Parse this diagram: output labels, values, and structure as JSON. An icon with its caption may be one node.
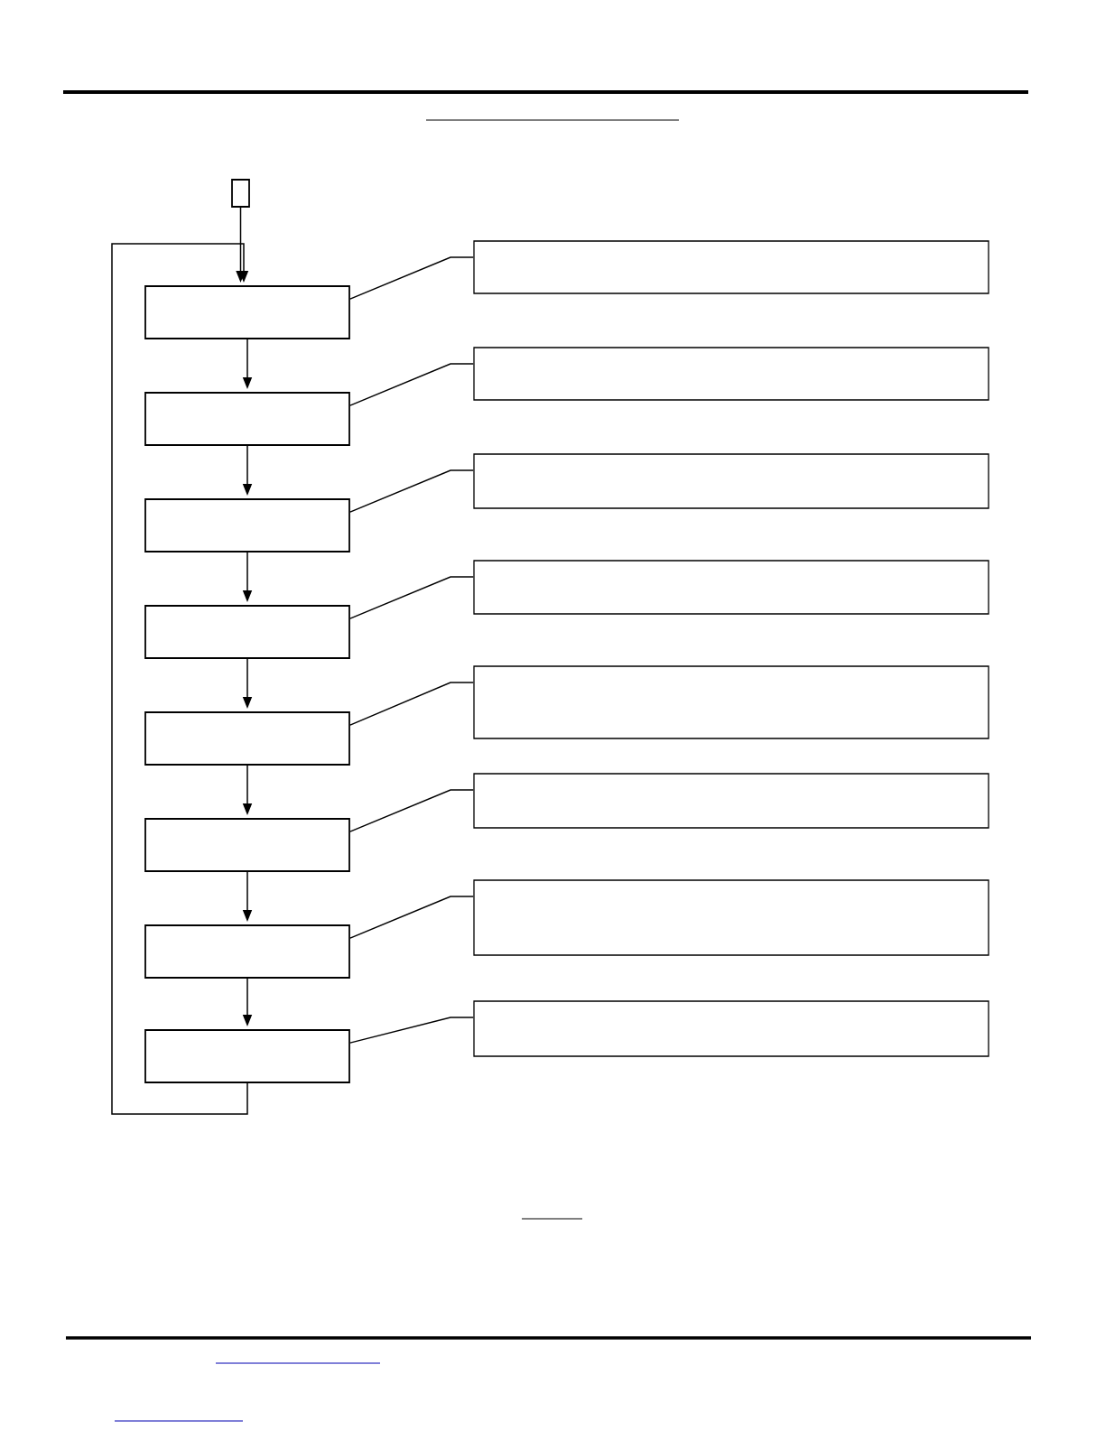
{
  "diagram": {
    "nodes": [
      {
        "text": [],
        "shape": "box"
      },
      {
        "text": [],
        "shape": "box"
      },
      {
        "text": [],
        "shape": "box"
      },
      {
        "text": [],
        "shape": "box"
      },
      {
        "text": [],
        "shape": "box"
      },
      {
        "text": [],
        "shape": "box"
      },
      {
        "text": [],
        "shape": "box"
      },
      {
        "text": [],
        "shape": "box"
      },
      {
        "text": [],
        "shape": "box"
      },
      {
        "text": [],
        "shape": "box"
      },
      {
        "text": [],
        "shape": "box"
      },
      {
        "text": [],
        "shape": "box"
      },
      {
        "text": [],
        "shape": "box"
      },
      {
        "text": [],
        "shape": "box"
      },
      {
        "text": [],
        "shape": "box"
      },
      {
        "text": [],
        "shape": "box"
      },
      {
        "text": [],
        "shape": "box"
      }
    ],
    "edges": [
      {
        "from": 0,
        "to": 1,
        "arrow": "to"
      },
      {
        "from": 1,
        "to": 2,
        "arrow": "to"
      },
      {
        "from": 2,
        "to": 3,
        "arrow": "to"
      },
      {
        "from": 3,
        "to": 4,
        "arrow": "to"
      },
      {
        "from": 4,
        "to": 5,
        "arrow": "to"
      },
      {
        "from": 5,
        "to": 6,
        "arrow": "to"
      },
      {
        "from": 6,
        "to": 7,
        "arrow": "to"
      },
      {
        "from": 7,
        "to": 8,
        "arrow": "to"
      },
      {
        "from": 8,
        "to": 1,
        "arrow": "to"
      },
      {
        "from": 1,
        "to": 9,
        "arrow": "none"
      },
      {
        "from": 2,
        "to": 10,
        "arrow": "none"
      },
      {
        "from": 3,
        "to": 11,
        "arrow": "none"
      },
      {
        "from": 4,
        "to": 12,
        "arrow": "none"
      },
      {
        "from": 5,
        "to": 13,
        "arrow": "none"
      },
      {
        "from": 6,
        "to": 14,
        "arrow": "none"
      },
      {
        "from": 7,
        "to": 15,
        "arrow": "none"
      },
      {
        "from": 8,
        "to": 16,
        "arrow": "none"
      }
    ]
  }
}
